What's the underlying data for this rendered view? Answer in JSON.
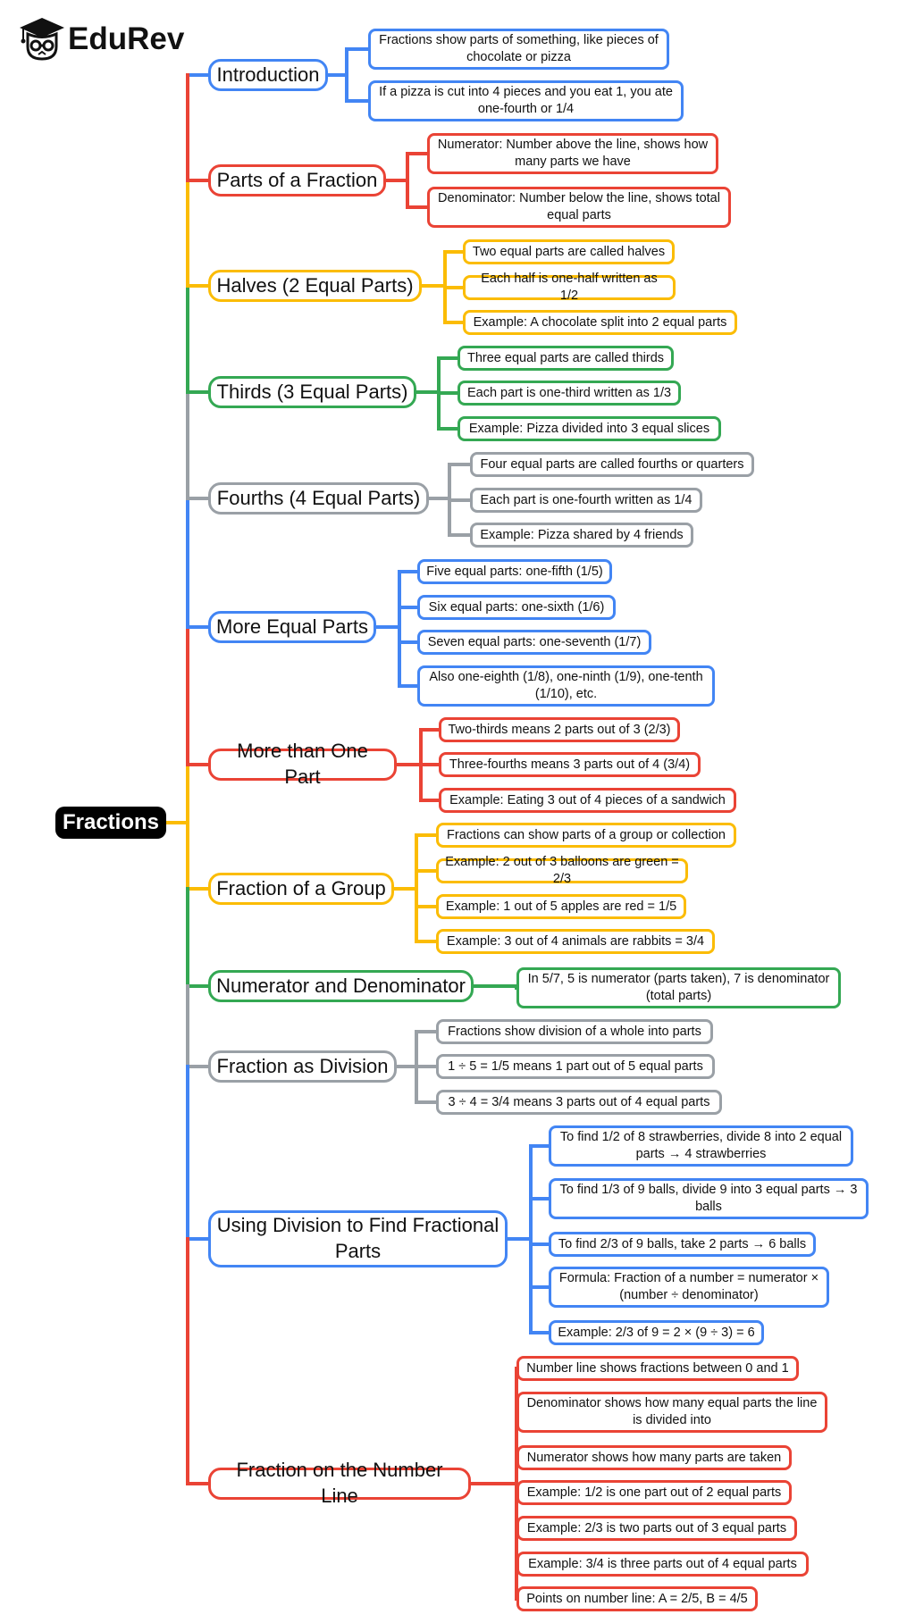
{
  "brand": {
    "name": "EduRev",
    "icon": "graduate-owl-icon"
  },
  "colors": {
    "blue": "#4285f4",
    "red": "#ea4335",
    "yellow": "#fbbc04",
    "green": "#34a853",
    "gray": "#9aa0a6"
  },
  "root": {
    "label": "Fractions"
  },
  "branches": [
    {
      "label": "Introduction",
      "color": "blue",
      "leaves": [
        "Fractions show parts of something, like pieces of chocolate or pizza",
        "If a pizza is cut into 4 pieces and you eat 1, you ate one-fourth or 1/4"
      ]
    },
    {
      "label": "Parts of a Fraction",
      "color": "red",
      "leaves": [
        "Numerator: Number above the line, shows how many parts we have",
        "Denominator: Number below the line, shows total equal parts"
      ]
    },
    {
      "label": "Halves (2 Equal Parts)",
      "color": "yellow",
      "leaves": [
        "Two equal parts are called halves",
        "Each half is one-half written as 1/2",
        "Example: A chocolate split into 2 equal parts"
      ]
    },
    {
      "label": "Thirds (3 Equal Parts)",
      "color": "green",
      "leaves": [
        "Three equal parts are called thirds",
        "Each part is one-third written as 1/3",
        "Example: Pizza divided into 3 equal slices"
      ]
    },
    {
      "label": "Fourths (4 Equal Parts)",
      "color": "gray",
      "leaves": [
        "Four equal parts are called fourths or quarters",
        "Each part is one-fourth written as 1/4",
        "Example: Pizza shared by 4 friends"
      ]
    },
    {
      "label": "More Equal Parts",
      "color": "blue",
      "leaves": [
        "Five equal parts: one-fifth (1/5)",
        "Six equal parts: one-sixth (1/6)",
        "Seven equal parts: one-seventh (1/7)",
        "Also one-eighth (1/8), one-ninth (1/9), one-tenth (1/10), etc."
      ]
    },
    {
      "label": "More than One Part",
      "color": "red",
      "leaves": [
        "Two-thirds means 2 parts out of 3 (2/3)",
        "Three-fourths means 3 parts out of 4 (3/4)",
        "Example: Eating 3 out of 4 pieces of a sandwich"
      ]
    },
    {
      "label": "Fraction of a Group",
      "color": "yellow",
      "leaves": [
        "Fractions can show parts of a group or collection",
        "Example: 2 out of 3 balloons are green = 2/3",
        "Example: 1 out of 5 apples are red = 1/5",
        "Example: 3 out of 4 animals are rabbits = 3/4"
      ]
    },
    {
      "label": "Numerator and Denominator",
      "color": "green",
      "leaves": [
        "In 5/7, 5 is numerator (parts taken), 7 is denominator (total parts)"
      ]
    },
    {
      "label": "Fraction as Division",
      "color": "gray",
      "leaves": [
        "Fractions show division of a whole into parts",
        "1 ÷ 5 = 1/5 means 1 part out of 5 equal parts",
        "3 ÷ 4 = 3/4 means 3 parts out of 4 equal parts"
      ]
    },
    {
      "label": "Using Division to Find Fractional Parts",
      "color": "blue",
      "leaves": [
        "To find 1/2 of 8 strawberries, divide 8 into 2 equal parts → 4 strawberries",
        "To find 1/3 of 9 balls, divide 9 into 3 equal parts → 3 balls",
        "To find 2/3 of 9 balls, take 2 parts → 6 balls",
        "Formula: Fraction of a number = numerator × (number ÷ denominator)",
        "Example: 2/3 of 9 = 2 × (9 ÷ 3) = 6"
      ]
    },
    {
      "label": "Fraction on the Number Line",
      "color": "red",
      "leaves": [
        "Number line shows fractions between 0 and 1",
        "Denominator shows how many equal parts the line is divided into",
        "Numerator shows how many parts are taken",
        "Example: 1/2 is one part out of 2 equal parts",
        "Example: 2/3 is two parts out of 3 equal parts",
        "Example: 3/4 is three parts out of 4 equal parts",
        "Points on number line: A = 2/5, B = 4/5"
      ]
    }
  ]
}
